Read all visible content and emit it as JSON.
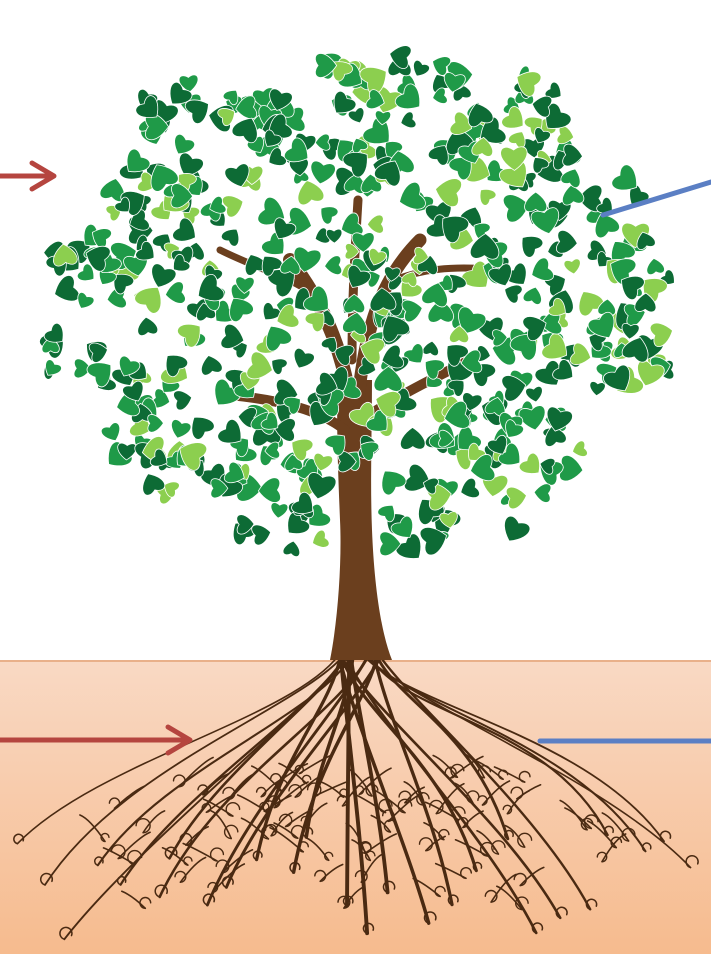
{
  "diagram": {
    "subject": "tree-with-roots",
    "colors": {
      "sky": "#ffffff",
      "soil_top": "#f9d9c4",
      "soil_bottom": "#f6bb8e",
      "soil_line": "#e9b08a",
      "leaf_dark": "#0d6b35",
      "leaf_mid": "#1f9a48",
      "leaf_light": "#8ccf4f",
      "trunk": "#6b3f1e",
      "root": "#4a2a12",
      "arrow_red": "#b5453f",
      "line_blue": "#5b7fc4"
    },
    "pointers": [
      {
        "name": "canopy-left-arrow",
        "type": "arrow",
        "color": "red"
      },
      {
        "name": "canopy-right-line",
        "type": "line",
        "color": "blue"
      },
      {
        "name": "roots-left-arrow",
        "type": "arrow",
        "color": "red"
      },
      {
        "name": "roots-right-line",
        "type": "line",
        "color": "blue"
      }
    ]
  }
}
